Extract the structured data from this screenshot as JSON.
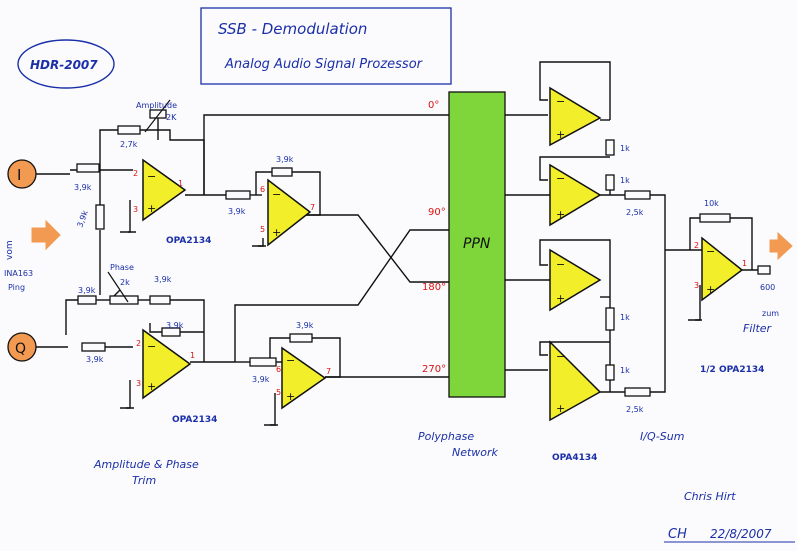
{
  "title": {
    "line1": "SSB - Demodulation",
    "line2": "Analog Audio Signal Prozessor"
  },
  "badge": "HDR-2007",
  "inputs": {
    "i": "I",
    "q": "Q"
  },
  "left_note": {
    "line1": "vom",
    "line2": "INA163",
    "line3": "Ping"
  },
  "output_note": {
    "value": "600",
    "line1": "zum",
    "line2": "Filter"
  },
  "pot_amplitude": {
    "name": "Amplitude",
    "value": "2K"
  },
  "pot_phase": {
    "name": "Phase",
    "value": "2k"
  },
  "resistors": {
    "r_i_in": "3,9k",
    "r_i_fb": "2,7k",
    "r_vert": "3,9k",
    "r_i2_in": "3,9k",
    "r_i2_fb": "3,9k",
    "r_q_top": "3,9k",
    "r_q_top2": "3,9k",
    "r_q_fb": "3,9k",
    "r_q_in": "3,9k",
    "r_q2_in": "3,9k",
    "r_q2_fb": "3,9k",
    "r_p1": "1k",
    "r_p2": "1k",
    "r_p3": "1k",
    "r_p4": "1k",
    "r_sum1": "2,5k",
    "r_sum2": "2,5k",
    "r_fb_out": "10k"
  },
  "pins": {
    "p1": "1",
    "p2": "2",
    "p3": "3",
    "p5": "5",
    "p6": "6",
    "p7": "7"
  },
  "opamps": {
    "left_top": "OPA2134",
    "left_bottom": "OPA2134",
    "right": "OPA4134",
    "out": "1/2 OPA2134"
  },
  "ppn": {
    "label": "PPN",
    "deg0": "0°",
    "deg90": "90°",
    "deg180": "180°",
    "deg270": "270°"
  },
  "captions": {
    "trim_line1": "Amplitude & Phase",
    "trim_line2": "Trim",
    "polyphase_line1": "Polyphase",
    "polyphase_line2": "Network",
    "iq_sum": "I/Q-Sum"
  },
  "signature": {
    "name": "Chris Hirt",
    "date": "22/8/2007",
    "initials": "CH"
  },
  "colors": {
    "opamp_fill": "#f2ef2a",
    "ppn_fill": "#7ed63a",
    "input_orange": "#f39a52",
    "pen_blue": "#1b2fa8",
    "pen_red": "#d11111"
  }
}
